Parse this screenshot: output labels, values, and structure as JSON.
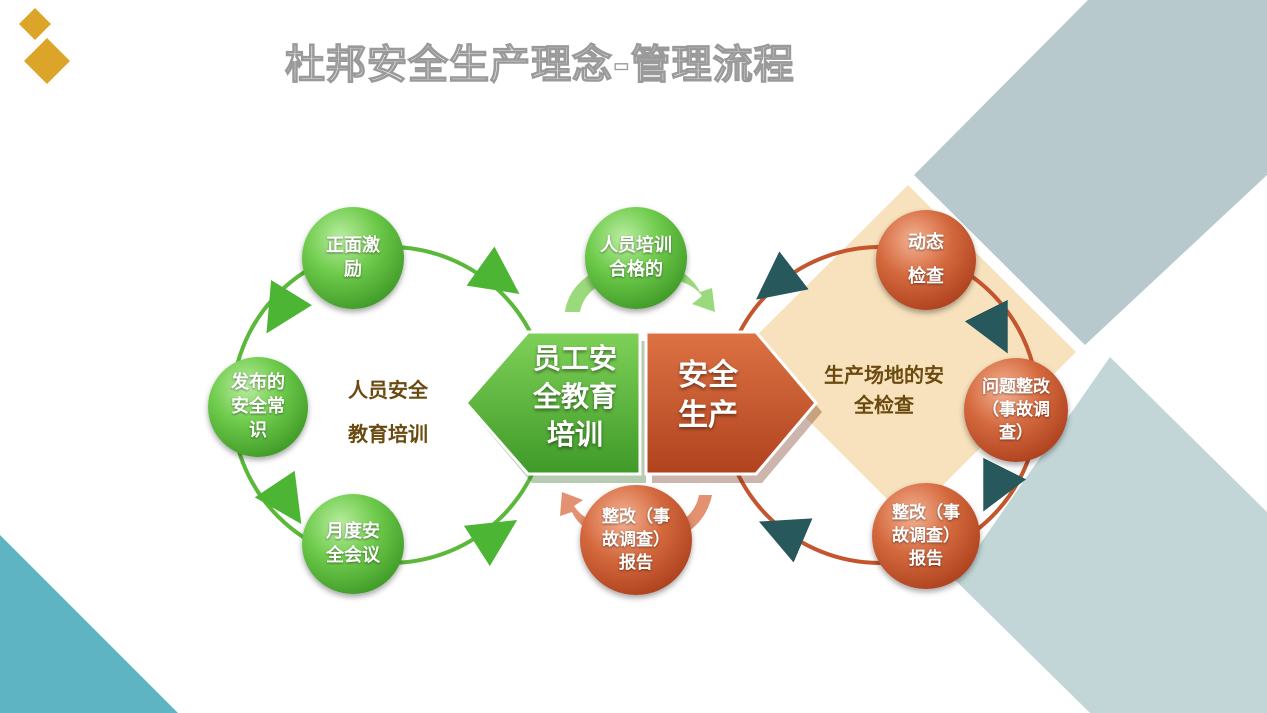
{
  "title": "杜邦安全生产理念-管理流程",
  "left_cycle": {
    "label": "人员安全\n教育培训",
    "nodes": {
      "top": "正面激\n励",
      "left": "发布的\n安全常\n识",
      "bottom": "月度安\n全会议"
    }
  },
  "center": {
    "left_box": "员工安\n全教育\n培训",
    "right_box": "安全\n生产",
    "top_node": "人员培训\n合格的",
    "bottom_node": "整改（事\n故调查）\n报告"
  },
  "right_cycle": {
    "label": "生产场地的安\n全检查",
    "nodes": {
      "top": "动态\n检查",
      "right": "问题整改\n（事故调\n查）",
      "bottom": "整改（事\n故调查）\n报告"
    }
  },
  "colors": {
    "green": "#5cb83b",
    "red": "#c4562e",
    "text_brown": "#6b4a0f",
    "gold": "#dca52a",
    "teal": "#5fb4c4",
    "grey_blue": "#b7c9cd",
    "peach": "#f8e2bd"
  }
}
